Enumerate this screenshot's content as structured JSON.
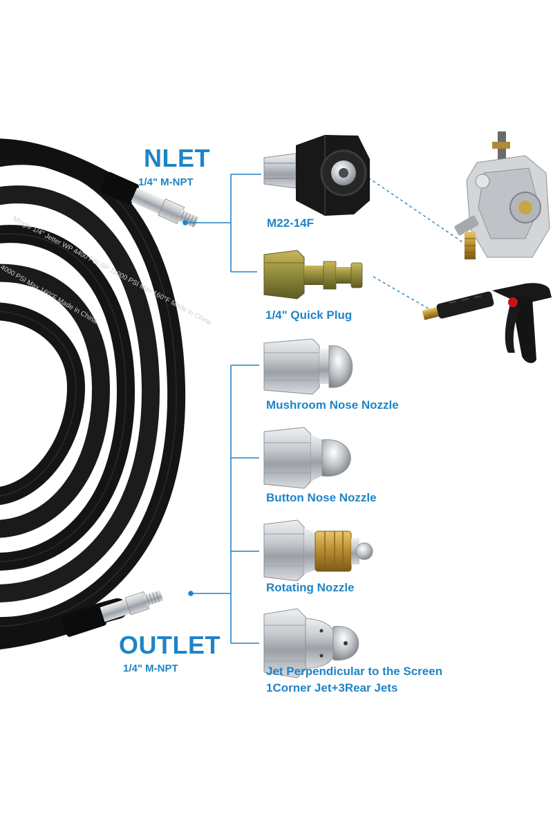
{
  "inlet": {
    "title": "NLET",
    "thread": "1/4\" M-NPT"
  },
  "outlet": {
    "title": "OUTLET",
    "thread": "1/4\" M-NPT"
  },
  "hose_print": {
    "line1": "Mingle 1/4\" Jetter WP 4400 PSI BP 11000 PSI Max 160°F Made in China",
    "line2": "4000 PSI Max 160°F Made in China"
  },
  "fittings": [
    {
      "label": "M22-14F"
    },
    {
      "label": "1/4\" Quick Plug"
    }
  ],
  "nozzles": [
    {
      "label": "Mushroom Nose Nozzle"
    },
    {
      "label": "Button Nose Nozzle"
    },
    {
      "label": "Rotating Nozzle"
    },
    {
      "label": "Jet Perpendicular to the Screen",
      "label2": "1Corner Jet+3Rear Jets"
    }
  ],
  "colors": {
    "accent": "#1e84c6",
    "hose": "#121212"
  }
}
